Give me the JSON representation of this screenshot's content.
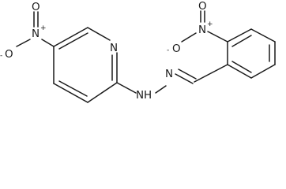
{
  "molecule": {
    "atoms": {
      "nitro1_n": "N",
      "nitro1_o_top": "O",
      "nitro1_o_left": "O",
      "nitro1_charge_n": "+",
      "nitro1_charge_o": "-",
      "pyridine_n": "N",
      "hydrazine_n1": "N",
      "hydrazine_h1": "H",
      "hydrazine_n2": "N",
      "nitro2_n": "N",
      "nitro2_o_top": "O",
      "nitro2_o_left": "O",
      "nitro2_charge_n": "+",
      "nitro2_charge_o": "-"
    }
  }
}
